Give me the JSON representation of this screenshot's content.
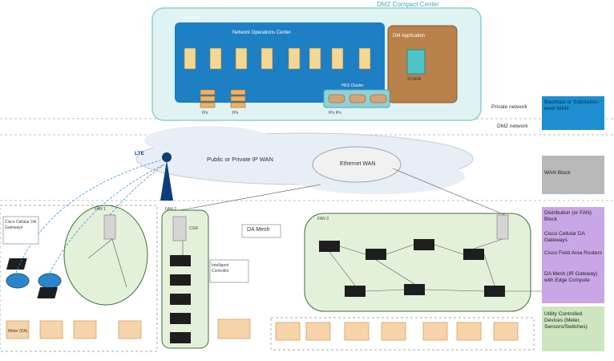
{
  "top": {
    "dmz_title": "DMZ Compact Center",
    "hardware": "HW00000",
    "noc": "Network Operations Center",
    "app_server": "DM Application",
    "storage": "SCADA",
    "cluster": "HES Cluster",
    "ips": "IPs  IPs",
    "srv1": "IPs",
    "srv2": "IPs"
  },
  "networks": {
    "private": "Private network",
    "dmz": "DMZ network",
    "private_box": "Backhaul or Substation-level WAN",
    "wan_block": "WAN Block"
  },
  "wan": {
    "public": "Public or Private IP WAN",
    "ethernet": "Ethernet WAN",
    "lte": "LTE"
  },
  "field": {
    "cisco_gw": "Cisco Cellular DA Gateways",
    "mesh": "DA Mesh",
    "fan1": "FAN 1",
    "fan2": "FAN 2",
    "fan3": "FAN 3",
    "grd": "CGR",
    "intel": "Intelligent Controller",
    "device": "Meter (DA)"
  },
  "legend": [
    "Distribution (or FAN) Block",
    "Cisco Cellular DA Gateways",
    "Cisco Field Area Routers",
    "DA Mesh (IR Gateway) with Edge Compute",
    "Utility Controlled Devices (Meter, Sensors/Switches)"
  ],
  "colors": {
    "dmz_bg": "#dff3f3",
    "noc_blue": "#1d7fc4",
    "app_brown": "#b8814a",
    "side_blue": "#1d8fd0",
    "side_purple": "#c9a6e6",
    "side_gray": "#b9b9b9",
    "side_green": "#cde6c0",
    "fan_green": "#e4f1da",
    "device_orange": "#f6d3a9"
  }
}
